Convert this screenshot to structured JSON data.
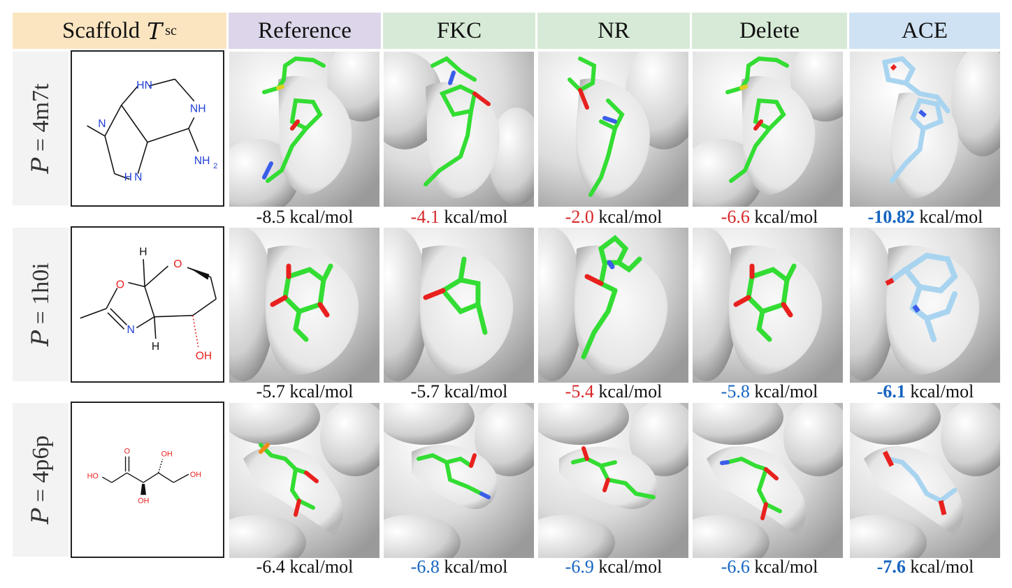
{
  "headers": {
    "scaffold": "Scaffold",
    "scaffold_symbol": "T",
    "scaffold_sup": "sc",
    "reference": "Reference",
    "fkc": "FKC",
    "nr": "NR",
    "delete": "Delete",
    "ace": "ACE"
  },
  "row_symbol": "P",
  "row_eq": " = ",
  "unit": "kcal/mol",
  "rows": [
    {
      "pdb": "4m7t",
      "scores": [
        "-8.5",
        "-4.1",
        "-2.0",
        "-6.6",
        "-10.82"
      ],
      "atoms": {
        "hn1": "HN",
        "nh": "NH",
        "n_me": "N",
        "hn2": "H N",
        "nh2": "NH",
        "nh2_sub": "2"
      }
    },
    {
      "pdb": "1h0i",
      "scores": [
        "-5.7",
        "-5.7",
        "-5.4",
        "-5.8",
        "-6.1"
      ],
      "atoms": {
        "h_top": "H",
        "o_ring": "O",
        "o_top": "O",
        "n": "N",
        "h_bot": "H",
        "oh": "OH"
      }
    },
    {
      "pdb": "4p6p",
      "scores": [
        "-6.4",
        "-6.8",
        "-6.9",
        "-6.6",
        "-7.6"
      ],
      "atoms": {
        "ho_left": "HO",
        "o_keto": "O",
        "oh_top": "OH",
        "oh_bot": "OH",
        "oh_right": "OH"
      }
    }
  ],
  "colors": {
    "ligand_green": "#33dd33",
    "ace_ligand": "#a8d4f0",
    "oxygen": "#e8211e",
    "nitrogen": "#3a5ee8",
    "sulfur": "#e0d020",
    "phosphorus": "#f08a1c",
    "worse_score": "#d62728",
    "better_score": "#1565c0"
  }
}
